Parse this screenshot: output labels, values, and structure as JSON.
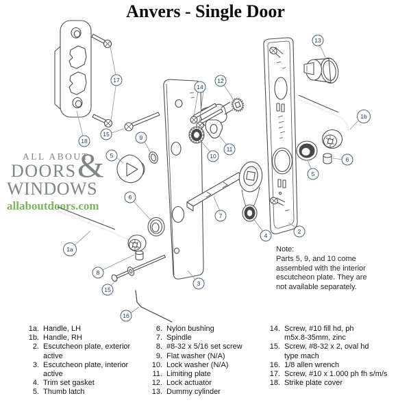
{
  "title": "Anvers - Single Door",
  "watermark": {
    "line1": "ALL ABOUT",
    "line2": "DOORS",
    "amp": "&",
    "line3": "WINDOWS",
    "url": "allaboutdoors.com"
  },
  "colors": {
    "watermark_gray": "#7e8781",
    "watermark_green": "#7db25e",
    "line_art": "#4d4d4d",
    "callout_ink": "#1d3557"
  },
  "note": {
    "text": "Note:\nParts 5, 9, and 10 come\nassembled with the interior\nescutcheon plate. They are\nnot available separately."
  },
  "callouts": {
    "strike_plate_cover": "18",
    "screw_17": "17",
    "screw_15_top": "15",
    "flat_washer": "9",
    "thumb_latch": "5",
    "bushing_left": "6",
    "handle_lh": "1a",
    "set_screw": "8",
    "screw_15_bottom": "15",
    "allen_wrench": "16",
    "interior_plate": "3",
    "spindle": "7",
    "trim_gasket": "4",
    "screw_14": "14",
    "lock_actuator": "12",
    "limiting_plate": "11",
    "lock_washer": "10",
    "dummy_cylinder": "13",
    "handle_rh": "1b",
    "bushing_right": "6",
    "exterior_ring": "5",
    "exterior_plate": "2"
  },
  "parts": {
    "col1": [
      {
        "n": "1a.",
        "t": "Handle, LH"
      },
      {
        "n": "1b.",
        "t": "Handle, RH"
      },
      {
        "n": "2.",
        "t": "Escutcheon plate, exterior\nactive"
      },
      {
        "n": "3.",
        "t": "Escutcheon plate, interior\nactive"
      },
      {
        "n": "4.",
        "t": "Trim set gasket"
      },
      {
        "n": "5.",
        "t": "Thumb latch"
      }
    ],
    "col2": [
      {
        "n": "6.",
        "t": "Nylon bushing"
      },
      {
        "n": "7.",
        "t": "Spindle"
      },
      {
        "n": "8.",
        "t": "#8-32 x 5/16 set screw"
      },
      {
        "n": "9.",
        "t": "Flat washer (N/A)"
      },
      {
        "n": "10.",
        "t": "Lock washer (N/A)"
      },
      {
        "n": "11.",
        "t": "Limiting plate"
      },
      {
        "n": "12.",
        "t": "Lock actuator"
      },
      {
        "n": "13.",
        "t": "Dummy cylinder"
      }
    ],
    "col3": [
      {
        "n": "14.",
        "t": "Screw, #10 fill hd, ph\nm5x.8-35mm, zinc"
      },
      {
        "n": "15.",
        "t": "Screw, #8-32 x 2, oval hd\ntype mach"
      },
      {
        "n": "16.",
        "t": "1/8 allen wrench"
      },
      {
        "n": "17.",
        "t": "Screw, #10 x 1.000 ph fh s/m/s"
      },
      {
        "n": "18.",
        "t": "Strike plate cover"
      }
    ]
  }
}
